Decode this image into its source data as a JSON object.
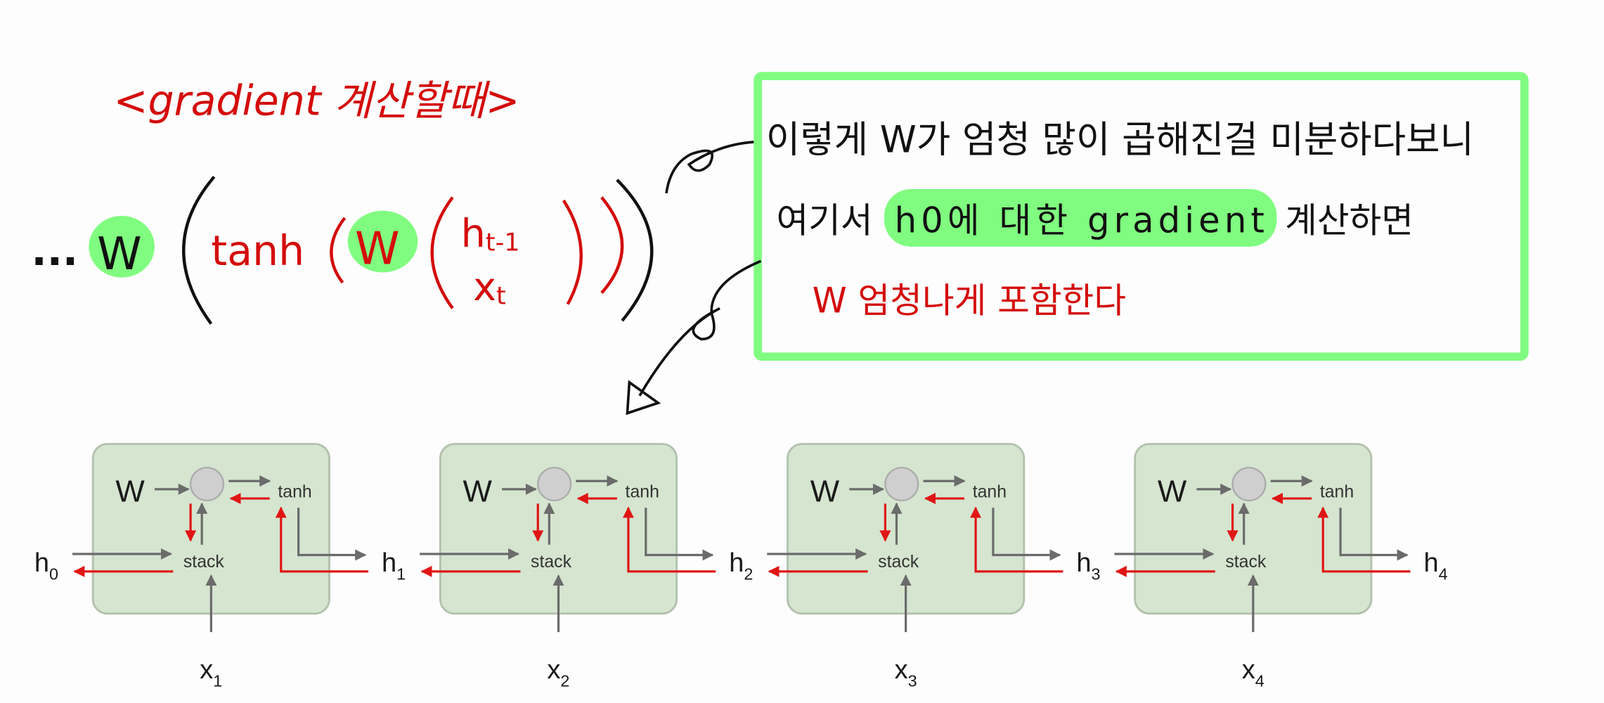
{
  "title_note": "<gradient 계산할때>",
  "formula": {
    "prefix": "...",
    "w_outer": "W",
    "tanh": "tanh",
    "w_inner": "W",
    "h_prev": "h",
    "h_prev_sub": "t-1",
    "x_cur": "x",
    "x_cur_sub": "t"
  },
  "note_box": {
    "line1": "이렇게 W가 엄청 많이 곱해진걸 미분하다보니",
    "line2_prefix": "여기서",
    "line2_highlight": "h0에 대한 gradient",
    "line2_suffix": "계산하면",
    "line3": "W 엄청나게 포함한다"
  },
  "colors": {
    "highlight": "#80fc80",
    "annotation_red": "#d40c0c",
    "cell_fill": "#d5e5d0",
    "forward_arrow": "#6b6b6b",
    "backward_arrow": "#e01515"
  },
  "diagram": {
    "cells": [
      {
        "w": "W",
        "op": "tanh",
        "stack": "stack",
        "x": "x",
        "x_sub": "1"
      },
      {
        "w": "W",
        "op": "tanh",
        "stack": "stack",
        "x": "x",
        "x_sub": "2"
      },
      {
        "w": "W",
        "op": "tanh",
        "stack": "stack",
        "x": "x",
        "x_sub": "3"
      },
      {
        "w": "W",
        "op": "tanh",
        "stack": "stack",
        "x": "x",
        "x_sub": "4"
      }
    ],
    "hidden_states": [
      {
        "h": "h",
        "sub": "0"
      },
      {
        "h": "h",
        "sub": "1"
      },
      {
        "h": "h",
        "sub": "2"
      },
      {
        "h": "h",
        "sub": "3"
      },
      {
        "h": "h",
        "sub": "4"
      }
    ]
  }
}
